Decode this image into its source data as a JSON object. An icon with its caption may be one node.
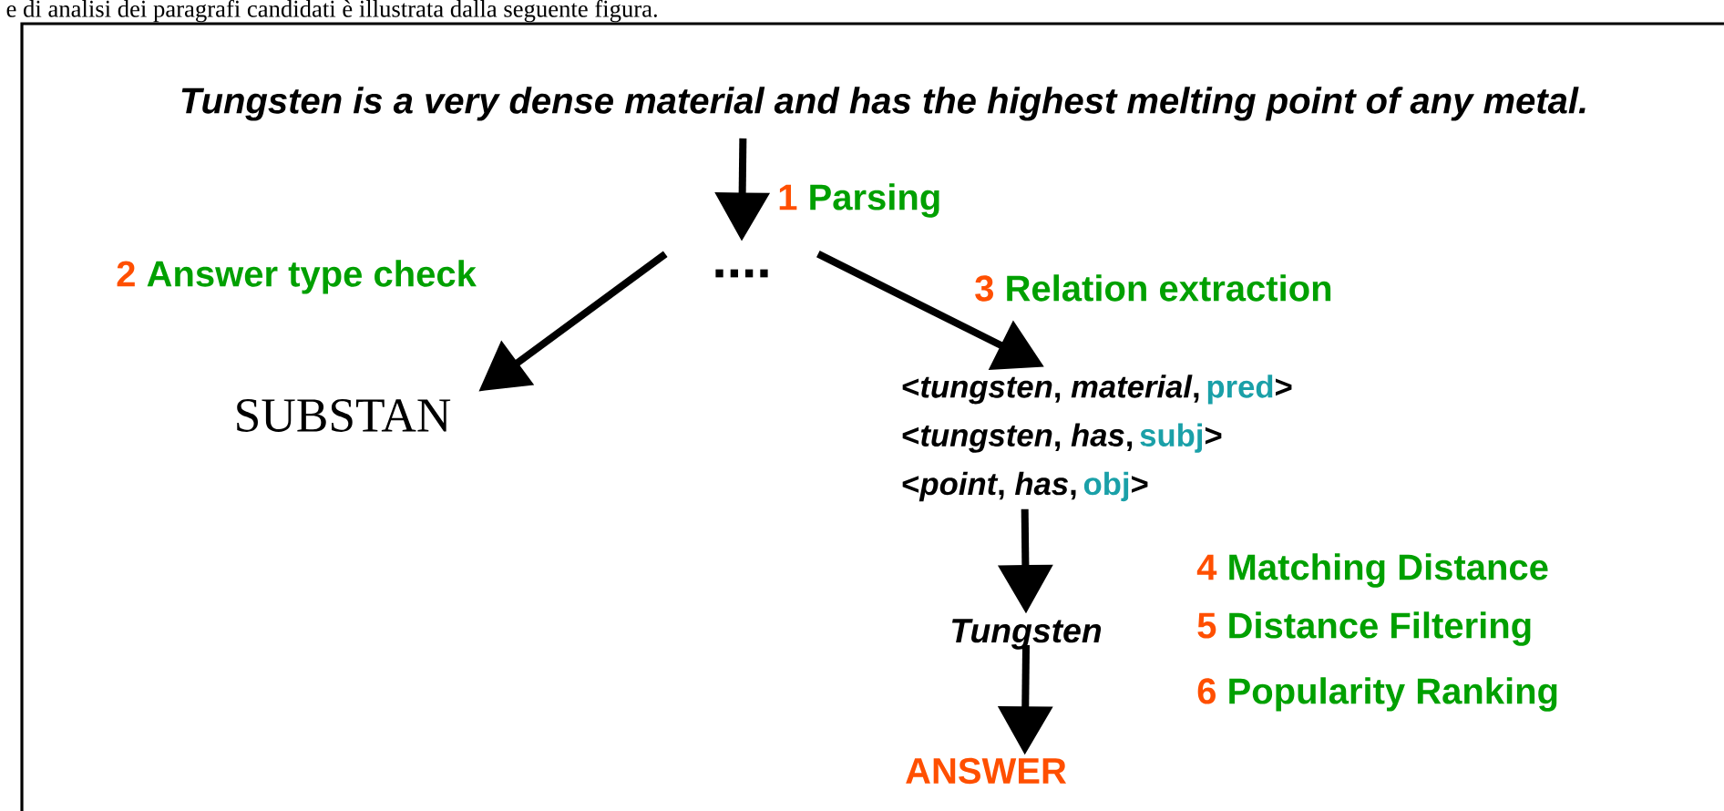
{
  "diagram": {
    "nodes": [
      {
        "text": [
          "Tungsten is a very dense material and has the highest melting point of any metal."
        ]
      },
      {
        "text": [
          "...."
        ]
      },
      {
        "text": [
          "SUBSTAN"
        ]
      },
      {
        "text": [
          "<*tungsten*, *material*,",
          "pred",
          ">",
          "<*tungsten*, *has*,",
          "subj",
          ">",
          "<*point*, *has*,",
          "obj",
          ">"
        ]
      },
      {
        "text": [
          "Tungsten"
        ]
      },
      {
        "text": [
          "ANSWER"
        ]
      }
    ],
    "edges": [
      {
        "from": 0,
        "to": 1,
        "arrow": "to"
      },
      {
        "from": 1,
        "to": 2,
        "arrow": "to"
      },
      {
        "from": 1,
        "to": 3,
        "arrow": "to"
      },
      {
        "from": 3,
        "to": 4,
        "arrow": "to"
      },
      {
        "from": 4,
        "to": 5,
        "arrow": "to"
      }
    ],
    "labels": [
      "e di analisi dei paragrafi candidati è illustrata dalla seguente figura.",
      "1",
      "Parsing",
      "2",
      "Answer type check",
      "3",
      "Relation extraction",
      "4",
      "Matching Distance",
      "5",
      "Distance Filtering",
      "6",
      "Popularity Ranking"
    ]
  }
}
